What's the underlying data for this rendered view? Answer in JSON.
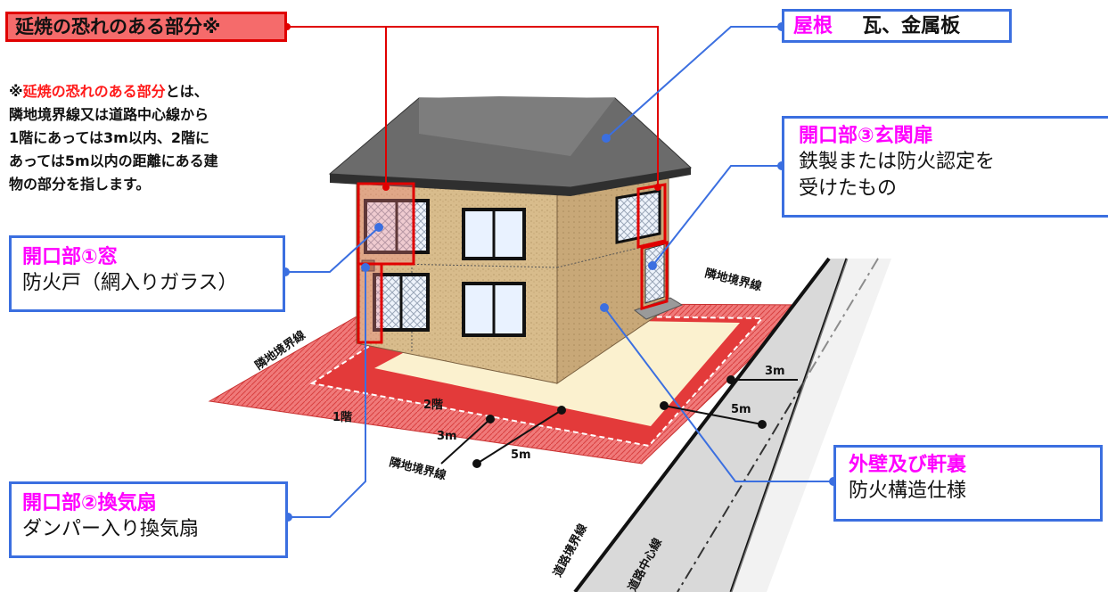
{
  "title": "延焼の恐れのある部分※",
  "note": {
    "prefix": "※",
    "highlight": "延焼の恐れのある部分",
    "suffix": "とは、",
    "lines": [
      "隣地境界線又は道路中心線から",
      "1階にあっては3m以内、2階に",
      "あっては5m以内の距離にある建",
      "物の部分を指します。"
    ]
  },
  "callouts": {
    "roof": {
      "title": "屋根",
      "text": "瓦、金属板"
    },
    "door": {
      "title": "開口部③玄関扉",
      "line1": "鉄製または防火認定を",
      "line2": "受けたもの"
    },
    "window": {
      "title": "開口部①窓",
      "text": "防火戸（網入りガラス）"
    },
    "fan": {
      "title": "開口部②換気扇",
      "text": "ダンパー入り換気扇"
    },
    "wall": {
      "title": "外壁及び軒裏",
      "text": "防火構造仕様"
    }
  },
  "labels": {
    "boundary_right": "隣地境界線",
    "boundary_left": "隣地境界線",
    "boundary_front": "隣地境界線",
    "floor1": "1階",
    "floor2": "2階",
    "dist_3m_front": "3m",
    "dist_5m_front": "5m",
    "dist_3m_right": "3m",
    "dist_5m_right": "5m",
    "road_boundary": "道路境界線",
    "road_center": "道路中心線"
  },
  "colors": {
    "callout_border": "#3b6fe0",
    "callout_title": "#ff00ff",
    "zone_red": "#e8504f",
    "zone_pink": "#f7b6b6",
    "highlight": "#ff1a1a"
  }
}
